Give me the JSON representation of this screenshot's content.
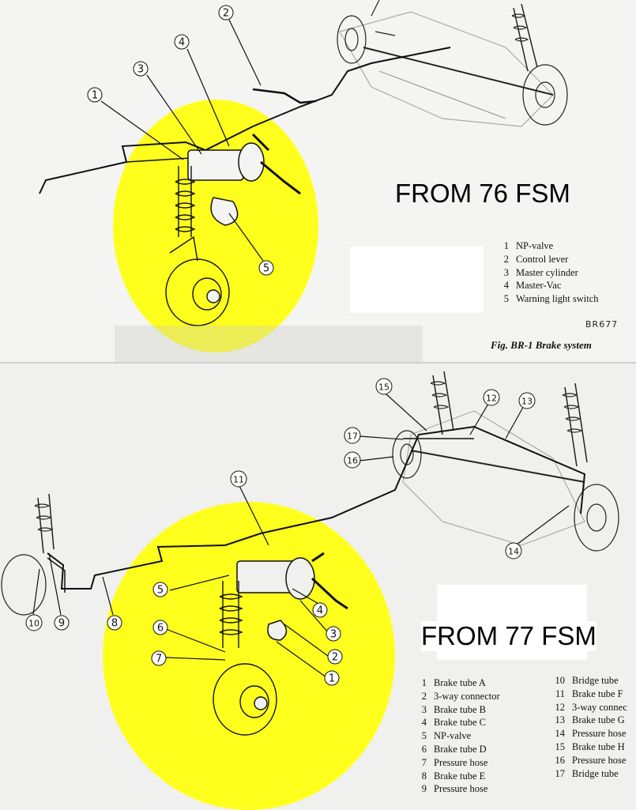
{
  "top_panel": {
    "heading": "FROM 76 FSM",
    "callouts": [
      "1",
      "2",
      "3",
      "4",
      "5"
    ],
    "legend": [
      {
        "num": "1",
        "text": "NP-valve"
      },
      {
        "num": "2",
        "text": "Control lever"
      },
      {
        "num": "3",
        "text": "Master cylinder"
      },
      {
        "num": "4",
        "text": "Master-Vac"
      },
      {
        "num": "5",
        "text": "Warning light switch"
      }
    ],
    "figure_code": "BR677",
    "figure_caption": "Fig. BR-1 Brake system"
  },
  "bottom_panel": {
    "heading": "FROM 77 FSM",
    "callouts": [
      "1",
      "2",
      "3",
      "4",
      "5",
      "6",
      "7",
      "8",
      "9",
      "10",
      "11",
      "12",
      "13",
      "14",
      "15",
      "16",
      "17"
    ],
    "legend_left": [
      {
        "num": "1",
        "text": "Brake tube A"
      },
      {
        "num": "2",
        "text": "3-way connector"
      },
      {
        "num": "3",
        "text": "Brake tube B"
      },
      {
        "num": "4",
        "text": "Brake tube C"
      },
      {
        "num": "5",
        "text": "NP-valve"
      },
      {
        "num": "6",
        "text": "Brake tube D"
      },
      {
        "num": "7",
        "text": "Pressure hose"
      },
      {
        "num": "8",
        "text": "Brake tube E"
      },
      {
        "num": "9",
        "text": "Pressure hose"
      }
    ],
    "legend_right": [
      {
        "num": "10",
        "text": "Bridge tube"
      },
      {
        "num": "11",
        "text": "Brake tube F"
      },
      {
        "num": "12",
        "text": "3-way connec"
      },
      {
        "num": "13",
        "text": "Brake tube G"
      },
      {
        "num": "14",
        "text": "Pressure hose"
      },
      {
        "num": "15",
        "text": "Brake tube H"
      },
      {
        "num": "16",
        "text": "Pressure hose"
      },
      {
        "num": "17",
        "text": "Bridge tube"
      }
    ]
  },
  "colors": {
    "highlight": "#ffff1e",
    "ink": "#111111"
  }
}
